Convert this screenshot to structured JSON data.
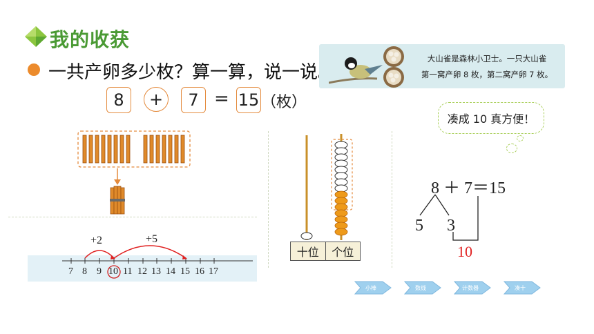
{
  "header": {
    "title": "我的收获",
    "question": "一共产卵多少枚？算一算，说一说。"
  },
  "equation": {
    "a": "8",
    "op": "+",
    "b": "7",
    "eq": "=",
    "result": "15",
    "unit": "（枚）"
  },
  "info": {
    "line1": "大山雀是森林小卫士。一只大山雀",
    "line2": "第一窝产卵 8 枚，第二窝产卵 7 枚。"
  },
  "bubble": {
    "text": "凑成 10 真方便！"
  },
  "number_line": {
    "jump1": "+2",
    "jump2": "+5",
    "ticks": [
      "7",
      "8",
      "9",
      "10",
      "11",
      "12",
      "13",
      "14",
      "15",
      "16",
      "17"
    ],
    "circled": "10"
  },
  "abacus": {
    "tens_label": "十位",
    "ones_label": "个位"
  },
  "decompose": {
    "equation": "8 ＋ 7＝15",
    "left": "5",
    "right": "3",
    "ten": "10",
    "ten_color": "#e02020"
  },
  "nav": [
    "小棒",
    "数线",
    "计数器",
    "凑十"
  ],
  "colors": {
    "title_green": "#4a9a34",
    "accent_orange": "#ec8b2c",
    "bead_orange": "#ee9a1a",
    "banner_bg": "#d9ecef",
    "nav_blue": "#9fd0ee"
  }
}
